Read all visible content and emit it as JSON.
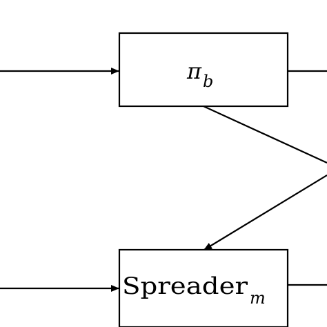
{
  "diagram": {
    "nodes": [
      {
        "id": "pi_b",
        "label": "π",
        "subscript": "b"
      },
      {
        "id": "spreader_m",
        "label": "Spreader",
        "subscript": "m"
      }
    ],
    "edges": [
      {
        "from": "left-input",
        "to": "pi_b",
        "arrow": true
      },
      {
        "from": "pi_b",
        "to": "right-output",
        "arrow": false
      },
      {
        "from": "pi_b",
        "to": "right-junction",
        "arrow": false
      },
      {
        "from": "right-junction",
        "to": "spreader_m",
        "arrow": true
      },
      {
        "from": "left-input",
        "to": "spreader_m",
        "arrow": true
      },
      {
        "from": "spreader_m",
        "to": "right-output",
        "arrow": false
      }
    ]
  }
}
